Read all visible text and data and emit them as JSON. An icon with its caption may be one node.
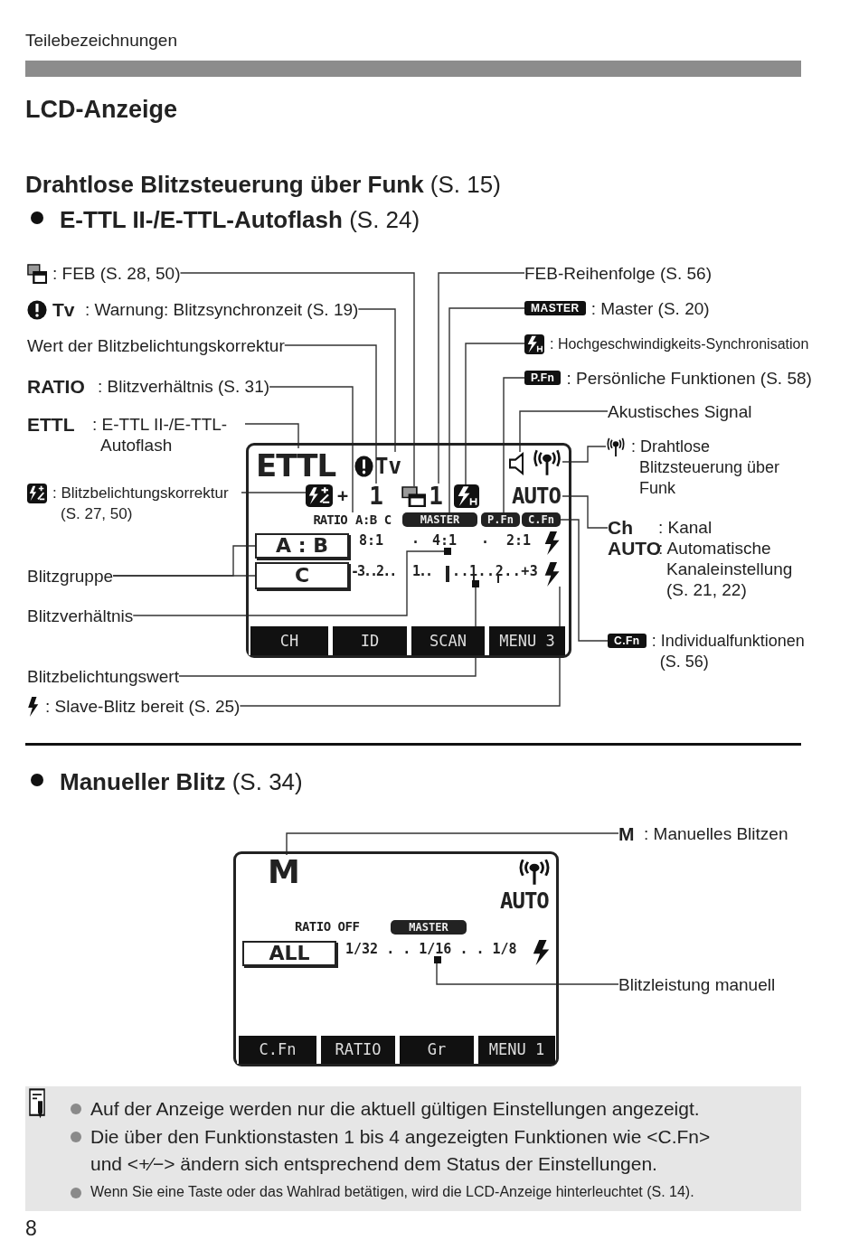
{
  "diagram": {
    "title": "LCD-Anzeige",
    "nodes": [
      {
        "text": [
          ": FEB (S. 28, 50)"
        ]
      },
      {
        "text": [
          "Tv",
          ": Warnung: Blitzsynchronzeit (S. 19)"
        ]
      },
      {
        "text": [
          "Wert der Blitzbelichtungskorrektur"
        ]
      },
      {
        "text": [
          "RATIO",
          ": Blitzverhältnis (S. 31)"
        ]
      },
      {
        "text": [
          "ETTL",
          ": E-TTL II-/E-TTL-Autoflash"
        ]
      },
      {
        "text": [
          ": Blitzbelichtungskorrektur (S. 27, 50)"
        ]
      },
      {
        "text": [
          "Blitzgruppe"
        ]
      },
      {
        "text": [
          "Blitzverhältnis"
        ]
      },
      {
        "text": [
          "Blitzbelichtungswert"
        ]
      },
      {
        "text": [
          ": Slave-Blitz bereit (S. 25)"
        ]
      },
      {
        "text": [
          "FEB-Reihenfolge (S. 56)"
        ]
      },
      {
        "text": [
          "MASTER",
          ": Master (S. 20)"
        ]
      },
      {
        "text": [
          ": Hochgeschwindigkeits-Synchronisation"
        ]
      },
      {
        "text": [
          "P.Fn",
          ": Persönliche Funktionen (S. 58)"
        ]
      },
      {
        "text": [
          "Akustisches Signal"
        ]
      },
      {
        "text": [
          ": Drahtlose Blitzsteuerung über Funk"
        ]
      },
      {
        "text": [
          "Ch",
          ": Kanal",
          "AUTO",
          ": Automatische Kanaleinstellung (S. 21, 22)"
        ]
      },
      {
        "text": [
          "C.Fn",
          ": Individualfunktionen (S. 56)"
        ]
      },
      {
        "text": [
          "+",
          "A:B C",
          "8:1",
          ".",
          "4:1",
          ".",
          "2:1",
          "-3..2..",
          "1..",
          "..1..2..+3"
        ]
      },
      {
        "text": [
          "ETTL"
        ],
        "in": 18
      },
      {
        "text": [
          "Tv"
        ],
        "in": 18
      },
      {
        "text": [],
        "shape": "picture",
        "in": 18
      },
      {
        "text": [
          "1"
        ],
        "in": 18
      },
      {
        "text": [],
        "shape": "picture",
        "in": 18
      },
      {
        "text": [
          "1"
        ],
        "in": 18
      },
      {
        "text": [],
        "shape": "picture",
        "in": 18
      },
      {
        "text": [],
        "shape": "picture",
        "in": 18
      },
      {
        "text": [],
        "shape": "picture",
        "in": 18
      },
      {
        "text": [
          "AUTO"
        ],
        "in": 18
      },
      {
        "text": [
          "RATIO"
        ],
        "in": 18
      },
      {
        "text": [
          "MASTER"
        ],
        "in": 18
      },
      {
        "text": [
          "P.Fn"
        ],
        "in": 18
      },
      {
        "text": [
          "C.Fn"
        ],
        "in": 18
      },
      {
        "text": [
          "A : B"
        ],
        "in": 18
      },
      {
        "text": [
          "C"
        ],
        "in": 18
      },
      {
        "text": [],
        "shape": "box",
        "in": 18
      },
      {
        "text": [],
        "shape": "box",
        "in": 18
      },
      {
        "text": [],
        "shape": "picture",
        "in": 18
      },
      {
        "text": [
          "CH"
        ],
        "in": 18
      },
      {
        "text": [
          "ID"
        ],
        "in": 18
      },
      {
        "text": [
          "SCAN"
        ],
        "in": 18
      },
      {
        "text": [
          "MENU 3"
        ],
        "in": 18
      },
      {
        "text": [
          "M",
          ": Manuelles Blitzen"
        ]
      },
      {
        "text": [
          "Blitzleistung manuell"
        ]
      },
      {
        "text": [
          "AUTO",
          "RATIO OFF",
          "1/32 . . 1/16 . . 1/8"
        ]
      },
      {
        "text": [
          "M"
        ],
        "in": 44
      },
      {
        "text": [
          "MASTER"
        ],
        "in": 44
      },
      {
        "text": [
          "ALL"
        ],
        "in": 44
      },
      {
        "text": [],
        "shape": "box",
        "in": 44
      },
      {
        "text": [
          "C.Fn"
        ],
        "in": 44
      },
      {
        "text": [
          "RATIO"
        ],
        "in": 44
      },
      {
        "text": [
          "Gr"
        ],
        "in": 44
      },
      {
        "text": [
          "MENU 1"
        ],
        "in": 44
      }
    ],
    "edges": [
      {
        "from": 0,
        "to": 23,
        "arrow": "none"
      },
      {
        "from": 1,
        "to": 20,
        "arrow": "none"
      },
      {
        "from": 2,
        "to": 22,
        "arrow": "none"
      },
      {
        "from": 3,
        "to": 29,
        "arrow": "none"
      },
      {
        "from": 4,
        "to": 19,
        "arrow": "none"
      },
      {
        "from": 5,
        "to": 21,
        "arrow": "none"
      },
      {
        "from": 6,
        "to": 33,
        "arrow": "none"
      },
      {
        "from": 6,
        "to": 34,
        "arrow": "none"
      },
      {
        "from": 7,
        "to": 35,
        "arrow": "none"
      },
      {
        "from": 8,
        "to": 36,
        "arrow": "none"
      },
      {
        "from": 9,
        "to": 37,
        "arrow": "none"
      },
      {
        "from": 10,
        "to": 24,
        "arrow": "none"
      },
      {
        "from": 11,
        "to": 30,
        "arrow": "none"
      },
      {
        "from": 12,
        "to": 25,
        "arrow": "none"
      },
      {
        "from": 13,
        "to": 31,
        "arrow": "none"
      },
      {
        "from": 14,
        "to": 26,
        "arrow": "none"
      },
      {
        "from": 15,
        "to": 27,
        "arrow": "none"
      },
      {
        "from": 16,
        "to": 28,
        "arrow": "none"
      },
      {
        "from": 17,
        "to": 32,
        "arrow": "none"
      },
      {
        "from": 42,
        "to": 45,
        "arrow": "none"
      },
      {
        "from": 43,
        "to": 48,
        "arrow": "none"
      }
    ],
    "labels": [
      "Teilebezeichnungen",
      "**Drahtlose Blitzsteuerung über Funk** (S. 15)",
      "**E-TTL II-/E-TTL-Autoflash** (S. 24)",
      "**Manueller Blitz** (S. 34)",
      "Auf der Anzeige werden nur die aktuell gültigen Einstellungen angezeigt.",
      "Die über den Funktionstasten 1 bis 4 angezeigten Funktionen wie <C.Fn> und <+⁄−> ändern sich entsprechend dem Status der Einstellungen.",
      "Wenn Sie eine Taste oder das Wahlrad betätigen, wird die LCD-Anzeige hinterleuchtet (S. 14).",
      "8"
    ]
  }
}
